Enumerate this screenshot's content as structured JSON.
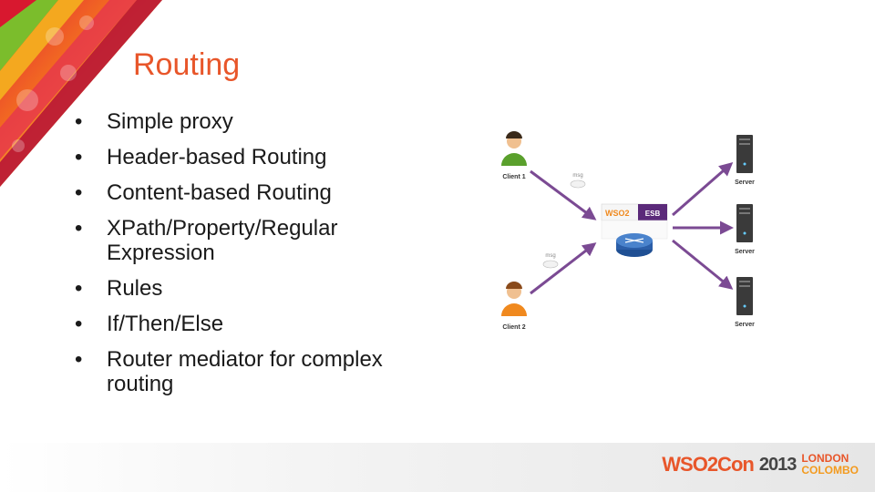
{
  "slide": {
    "title": "Routing",
    "bullets": [
      "Simple proxy",
      "Header-based Routing",
      "Content-based Routing",
      "XPath/Property/Regular Expression",
      "Rules",
      "If/Then/Else",
      "Router mediator for complex routing"
    ]
  },
  "diagram": {
    "clients": [
      "Client 1",
      "Client 2"
    ],
    "message_labels": [
      "msg",
      "msg"
    ],
    "esb_brand": "WSO2",
    "esb_label": "ESB",
    "servers": [
      "Server",
      "Server",
      "Server"
    ],
    "colors": {
      "arrow": "#7b4a93",
      "esb_bar": "#5b2a7a",
      "router": "#2b5ea8"
    }
  },
  "footer": {
    "logo_brand": "WSO2Con",
    "logo_year": "2013",
    "logo_city_1": "LONDON",
    "logo_city_2": "COLOMBO"
  },
  "colors": {
    "title": "#e8562a",
    "accent_orange": "#f39a1e"
  }
}
